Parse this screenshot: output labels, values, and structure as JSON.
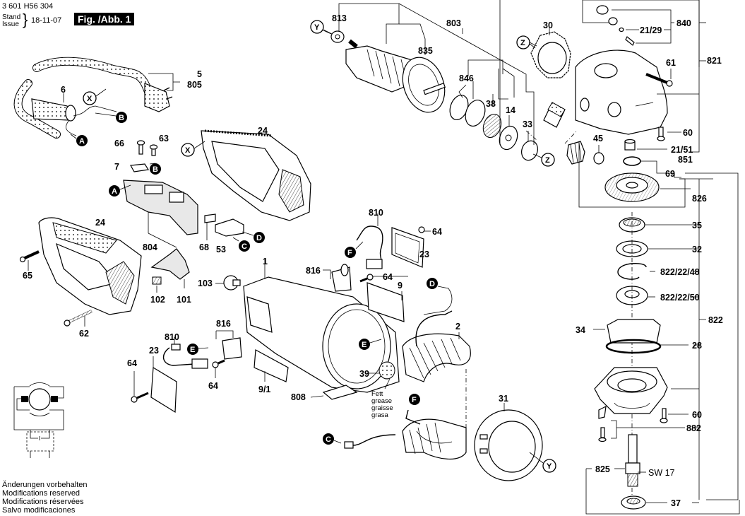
{
  "header": {
    "doc_number": "3 601 H56 304",
    "stand_label": "Stand",
    "issue_label": "Issue",
    "brace": "}",
    "date": "18-11-07",
    "figure_title": "Fig. /Abb. 1"
  },
  "footer": {
    "lines": [
      "Änderungen vorbehalten",
      "Modifications reserved",
      "Modifications réservées",
      "Salvo modificaciones"
    ]
  },
  "parts": {
    "p1": "1",
    "p2": "2",
    "p5": "5",
    "p6": "6",
    "p7": "7",
    "p9": "9",
    "p9_1": "9/1",
    "p14": "14",
    "p21_29": "21/29",
    "p21_51": "21/51",
    "p23a": "23",
    "p23b": "23",
    "p24a": "24",
    "p24b": "24",
    "p28": "28",
    "p30": "30",
    "p31": "31",
    "p32": "32",
    "p33": "33",
    "p34": "34",
    "p35": "35",
    "p37": "37",
    "p38": "38",
    "p39": "39",
    "p45": "45",
    "p53": "53",
    "p60a": "60",
    "p60b": "60",
    "p61": "61",
    "p62": "62",
    "p63": "63",
    "p64a": "64",
    "p64b": "64",
    "p64c": "64",
    "p64d": "64",
    "p65": "65",
    "p66": "66",
    "p68": "68",
    "p69": "69",
    "p101": "101",
    "p102": "102",
    "p103": "103",
    "p803": "803",
    "p804": "804",
    "p805": "805",
    "p808": "808",
    "p810a": "810",
    "p810b": "810",
    "p813": "813",
    "p816a": "816",
    "p816b": "816",
    "p821": "821",
    "p822": "822",
    "p822_22_48": "822/22/48",
    "p822_22_50": "822/22/50",
    "p825": "825",
    "p826": "826",
    "p835": "835",
    "p840": "840",
    "p846": "846",
    "p851": "851",
    "p882": "882",
    "sw17": "SW 17"
  },
  "connectors": {
    "A": "A",
    "B": "B",
    "C": "C",
    "D": "D",
    "E": "E",
    "F": "F",
    "X": "X",
    "Y": "Y",
    "Z": "Z"
  },
  "grease_note": [
    "Fett",
    "grease",
    "graisse",
    "grasa"
  ]
}
